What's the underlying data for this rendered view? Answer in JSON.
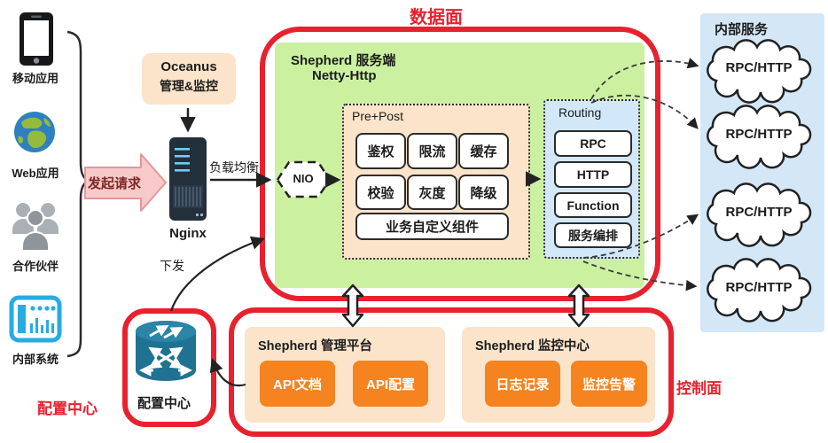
{
  "colors": {
    "accent_red": "#e8212e",
    "data_plane_green": "#cbf1a0",
    "peach": "#fbe4c9",
    "panel_blue": "#d3e7f7",
    "button_orange": "#f5831f",
    "request_pink": "#f7c9c9",
    "config_teal": "#1f7292"
  },
  "left_sources": {
    "items": [
      {
        "label": "移动应用",
        "icon": "phone-icon"
      },
      {
        "label": "Web应用",
        "icon": "globe-icon"
      },
      {
        "label": "合作伙伴",
        "icon": "partners-icon"
      },
      {
        "label": "内部系统",
        "icon": "internal-system-icon"
      }
    ]
  },
  "request_arrow_label": "发起请求",
  "oceanus_box": {
    "line1": "Oceanus",
    "line2": "管理&监控"
  },
  "nginx": {
    "label": "Nginx",
    "icon": "server-icon"
  },
  "load_balance_label": "负载均衡",
  "data_plane": {
    "title": "数据面",
    "server_line1": "Shepherd 服务端",
    "server_line2": "Netty-Http",
    "nio_label": "NIO",
    "prepost": {
      "title": "Pre+Post",
      "row1": [
        "鉴权",
        "限流",
        "缓存"
      ],
      "row2": [
        "校验",
        "灰度",
        "降级"
      ],
      "custom": "业务自定义组件"
    },
    "routing": {
      "title": "Routing",
      "items": [
        "RPC",
        "HTTP",
        "Function",
        "服务编排"
      ]
    }
  },
  "internal_services": {
    "title": "内部服务",
    "clouds": [
      "RPC/HTTP",
      "RPC/HTTP",
      "RPC/HTTP",
      "RPC/HTTP"
    ]
  },
  "config_center": {
    "outer_label": "配置中心",
    "label": "配置中心",
    "icon": "config-switch-icon",
    "distribute_label": "下发"
  },
  "control_plane": {
    "label": "控制面",
    "mgmt_platform": {
      "title": "Shepherd 管理平台",
      "buttons": [
        "API文档",
        "API配置"
      ]
    },
    "monitor_center": {
      "title": "Shepherd 监控中心",
      "buttons": [
        "日志记录",
        "监控告警"
      ]
    }
  }
}
